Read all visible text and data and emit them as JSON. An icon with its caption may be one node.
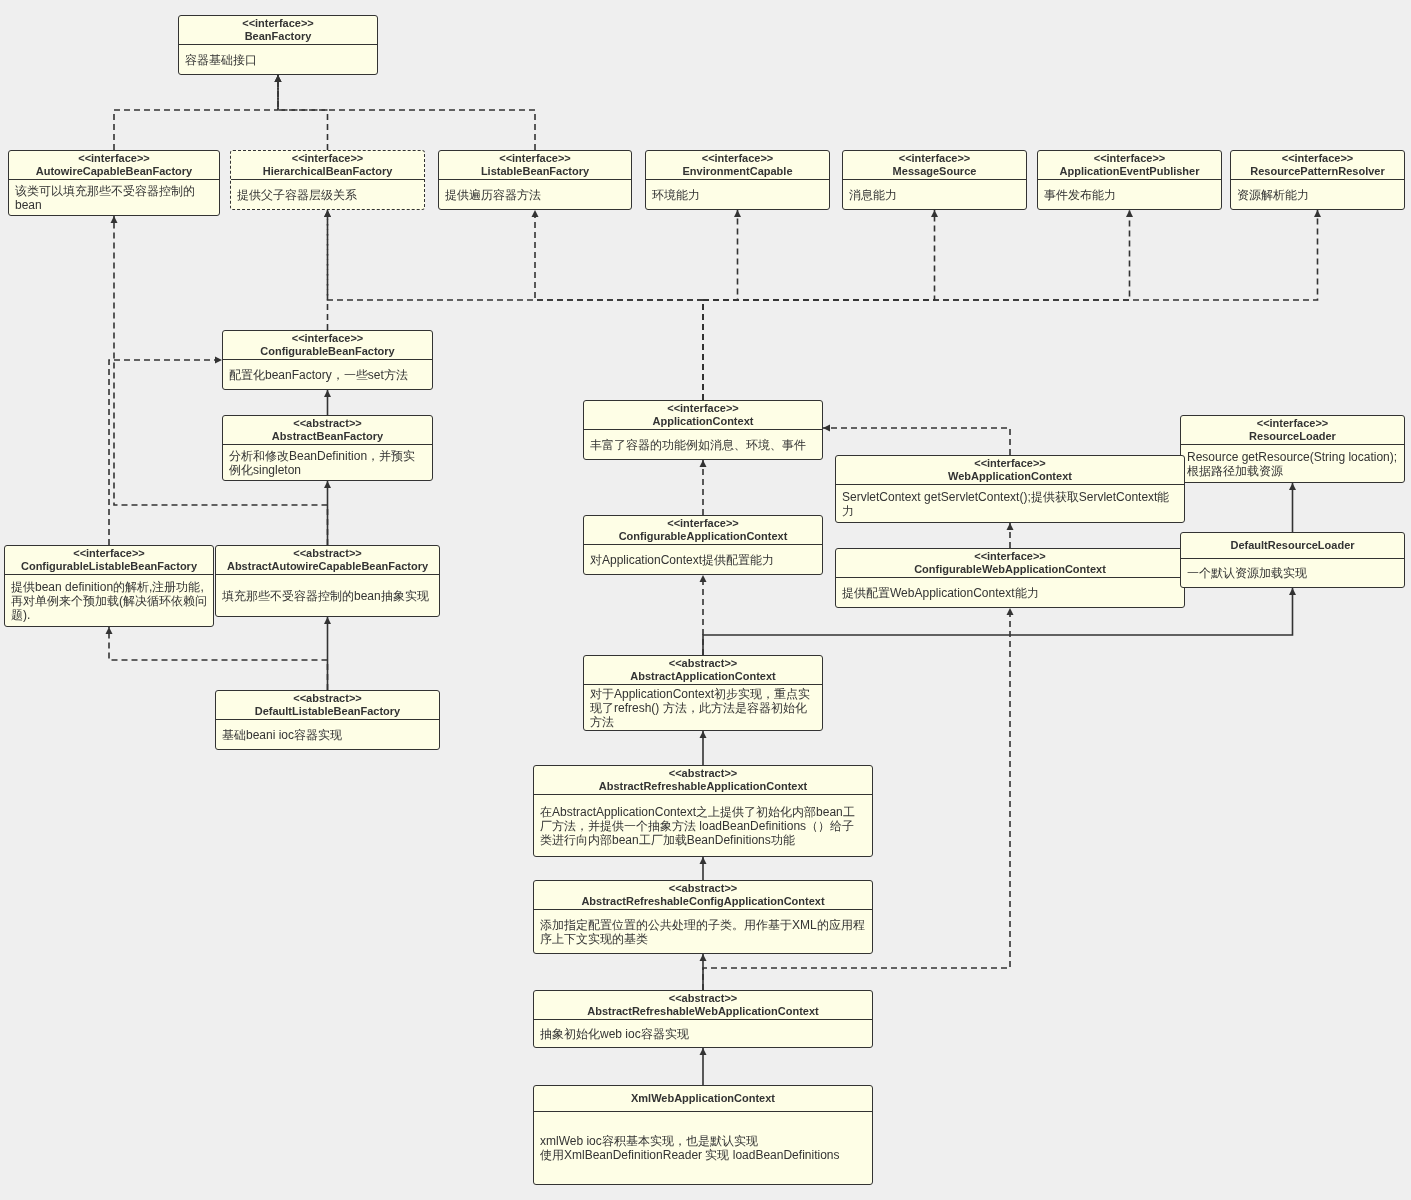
{
  "diagram": {
    "nodes": [
      {
        "text": [
          "<<interface>>",
          "BeanFactory",
          "容器基础接口"
        ]
      },
      {
        "text": [
          "<<interface>>",
          "AutowireCapableBeanFactory",
          "该类可以填充那些不受容器控制的bean"
        ]
      },
      {
        "text": [
          "<<interface>>",
          "HierarchicalBeanFactory",
          "提供父子容器层级关系"
        ]
      },
      {
        "text": [
          "<<interface>>",
          "ListableBeanFactory",
          "提供遍历容器方法"
        ]
      },
      {
        "text": [
          "<<interface>>",
          "EnvironmentCapable",
          "环境能力"
        ]
      },
      {
        "text": [
          "<<interface>>",
          "MessageSource",
          "消息能力"
        ]
      },
      {
        "text": [
          "<<interface>>",
          "ApplicationEventPublisher",
          "事件发布能力"
        ]
      },
      {
        "text": [
          "<<interface>>",
          "ResourcePatternResolver",
          "资源解析能力"
        ]
      },
      {
        "text": [
          "<<interface>>",
          "ConfigurableBeanFactory",
          "配置化beanFactory，一些set方法"
        ]
      },
      {
        "text": [
          "<<abstract>>",
          "AbstractBeanFactory",
          "分析和修改BeanDefinition，并预实例化singleton"
        ]
      },
      {
        "text": [
          "<<interface>>",
          "ApplicationContext",
          "丰富了容器的功能例如消息、环境、事件"
        ]
      },
      {
        "text": [
          "<<interface>>",
          "ResourceLoader",
          "Resource getResource(String location);",
          "根据路径加载资源"
        ]
      },
      {
        "text": [
          "<<interface>>",
          "WebApplicationContext",
          "ServletContext getServletContext();提供获取ServletContext能力"
        ]
      },
      {
        "text": [
          "<<interface>>",
          "ConfigurableListableBeanFactory",
          "提供bean definition的解析,注册功能,再对单例来个预加载(解决循环依赖问题)."
        ]
      },
      {
        "text": [
          "<<abstract>>",
          "AbstractAutowireCapableBeanFactory",
          "填充那些不受容器控制的bean抽象实现"
        ]
      },
      {
        "text": [
          "<<interface>>",
          "ConfigurableApplicationContext",
          "对ApplicationContext提供配置能力"
        ]
      },
      {
        "text": [
          "<<interface>>",
          "ConfigurableWebApplicationContext",
          "提供配置WebApplicationContext能力"
        ]
      },
      {
        "text": [
          "DefaultResourceLoader",
          "一个默认资源加载实现"
        ]
      },
      {
        "text": [
          "<<abstract>>",
          "AbstractApplicationContext",
          "对于ApplicationContext初步实现，重点实现了refresh() 方法，此方法是容器初始化方法"
        ]
      },
      {
        "text": [
          "<<abstract>>",
          "DefaultListableBeanFactory",
          "基础beani ioc容器实现"
        ]
      },
      {
        "text": [
          "<<abstract>>",
          "AbstractRefreshableApplicationContext",
          "在AbstractApplicationContext之上提供了初始化内部bean工厂方法，并提供一个抽象方法 loadBeanDefinitions（）给子类进行向内部bean工厂加载BeanDefinitions功能"
        ]
      },
      {
        "text": [
          "<<abstract>>",
          "AbstractRefreshableConfigApplicationContext",
          "添加指定配置位置的公共处理的子类。用作基于XML的应用程序上下文实现的基类"
        ]
      },
      {
        "text": [
          "<<abstract>>",
          "AbstractRefreshableWebApplicationContext",
          "抽象初始化web ioc容器实现"
        ]
      },
      {
        "text": [
          "XmlWebApplicationContext",
          "xmlWeb ioc容积基本实现，也是默认实现",
          "使用XmlBeanDefinitionReader 实现 loadBeanDefinitions"
        ]
      }
    ],
    "edges": [
      {
        "from": 1,
        "to": 0,
        "arrow": "to",
        "style": "dashed"
      },
      {
        "from": 2,
        "to": 0,
        "arrow": "to",
        "style": "dashed"
      },
      {
        "from": 3,
        "to": 0,
        "arrow": "to",
        "style": "dashed"
      },
      {
        "from": 8,
        "to": 2,
        "arrow": "to",
        "style": "dashed"
      },
      {
        "from": 9,
        "to": 8,
        "arrow": "to"
      },
      {
        "from": 13,
        "to": 8,
        "arrow": "to",
        "style": "dashed"
      },
      {
        "from": 14,
        "to": 9,
        "arrow": "to"
      },
      {
        "from": 14,
        "to": 1,
        "arrow": "to",
        "style": "dashed"
      },
      {
        "from": 19,
        "to": 14,
        "arrow": "to"
      },
      {
        "from": 19,
        "to": 13,
        "arrow": "to",
        "style": "dashed"
      },
      {
        "from": 10,
        "to": 2,
        "arrow": "to",
        "style": "dashed"
      },
      {
        "from": 10,
        "to": 3,
        "arrow": "to",
        "style": "dashed"
      },
      {
        "from": 10,
        "to": 4,
        "arrow": "to",
        "style": "dashed"
      },
      {
        "from": 10,
        "to": 5,
        "arrow": "to",
        "style": "dashed"
      },
      {
        "from": 10,
        "to": 6,
        "arrow": "to",
        "style": "dashed"
      },
      {
        "from": 10,
        "to": 7,
        "arrow": "to",
        "style": "dashed"
      },
      {
        "from": 12,
        "to": 10,
        "arrow": "to",
        "style": "dashed"
      },
      {
        "from": 15,
        "to": 10,
        "arrow": "to",
        "style": "dashed"
      },
      {
        "from": 16,
        "to": 12,
        "arrow": "to",
        "style": "dashed"
      },
      {
        "from": 17,
        "to": 11,
        "arrow": "to"
      },
      {
        "from": 18,
        "to": 15,
        "arrow": "to",
        "style": "dashed"
      },
      {
        "from": 18,
        "to": 17,
        "arrow": "to"
      },
      {
        "from": 20,
        "to": 18,
        "arrow": "to"
      },
      {
        "from": 21,
        "to": 20,
        "arrow": "to"
      },
      {
        "from": 22,
        "to": 21,
        "arrow": "to"
      },
      {
        "from": 22,
        "to": 16,
        "arrow": "to",
        "style": "dashed"
      },
      {
        "from": 23,
        "to": 22,
        "arrow": "to"
      }
    ]
  }
}
